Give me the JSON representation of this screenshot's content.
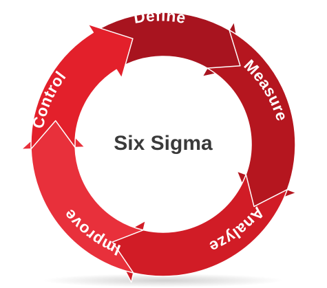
{
  "center_title": "Six Sigma",
  "stages": [
    {
      "id": "define",
      "label": "Define",
      "color": "#a8141f"
    },
    {
      "id": "measure",
      "label": "Measure",
      "color": "#b5161f"
    },
    {
      "id": "analyze",
      "label": "Analyze",
      "color": "#d11c26"
    },
    {
      "id": "improve",
      "label": "Improve",
      "color": "#e8303b"
    },
    {
      "id": "control",
      "label": "Control",
      "color": "#e3202b"
    }
  ]
}
